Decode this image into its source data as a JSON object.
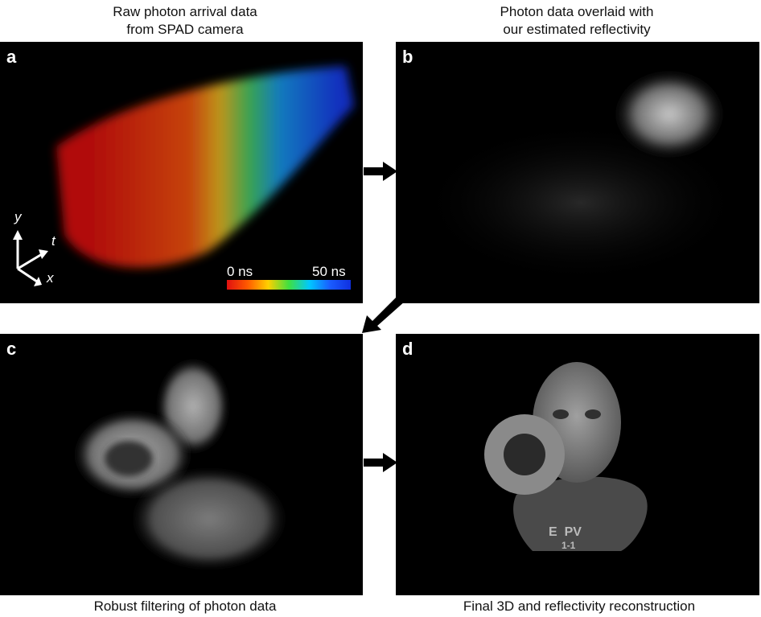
{
  "captions": {
    "a": "Raw photon arrival data\nfrom SPAD camera",
    "b": "Photon data overlaid with\nour estimated reflectivity",
    "c": "Robust filtering of photon data",
    "d": "Final 3D and reflectivity reconstruction"
  },
  "panels": {
    "a": "a",
    "b": "b",
    "c": "c",
    "d": "d"
  },
  "colorbar": {
    "min_label": "0 ns",
    "max_label": "50 ns",
    "colors": [
      "#e01010",
      "#ff5a00",
      "#ffd000",
      "#3fe040",
      "#00c8ff",
      "#1a5cff",
      "#1030e0"
    ]
  },
  "axes": {
    "y": "y",
    "t": "t",
    "x": "x"
  },
  "shirt_text": {
    "line1": "E  PV",
    "line2": "1-1"
  }
}
